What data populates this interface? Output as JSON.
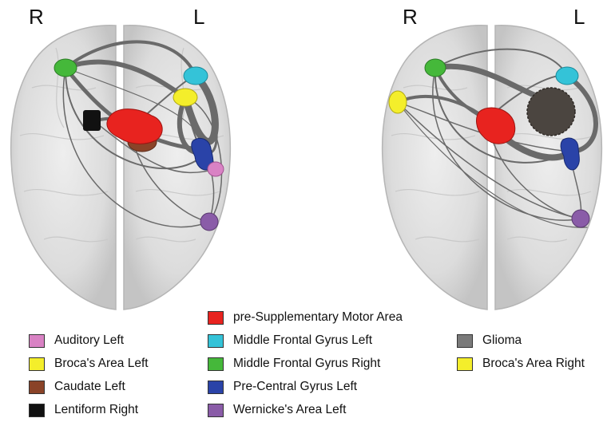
{
  "brain_left": {
    "side_labels": [
      "R",
      "L"
    ]
  },
  "brain_right": {
    "side_labels": [
      "R",
      "L"
    ]
  },
  "legend": {
    "column1": [
      {
        "label": "Auditory Left",
        "color": "#d982c4"
      },
      {
        "label": "Broca's Area Left",
        "color": "#f4ee2b"
      },
      {
        "label": "Caudate Left",
        "color": "#8a4328"
      },
      {
        "label": "Lentiform Right",
        "color": "#111111"
      }
    ],
    "column2": [
      {
        "label": "pre-Supplementary Motor Area",
        "color": "#e8231f"
      },
      {
        "label": "Middle Frontal Gyrus Left",
        "color": "#34c3d8"
      },
      {
        "label": "Middle Frontal Gyrus Right",
        "color": "#45b83a"
      },
      {
        "label": "Pre-Central Gyrus Left",
        "color": "#2a43a8"
      },
      {
        "label": "Wernicke's Area Left",
        "color": "#8a5ca8"
      }
    ],
    "column3": [
      {
        "label": "Glioma",
        "color": "#7a7a7a"
      },
      {
        "label": "Broca's Area Right",
        "color": "#f4ee2b"
      }
    ]
  }
}
